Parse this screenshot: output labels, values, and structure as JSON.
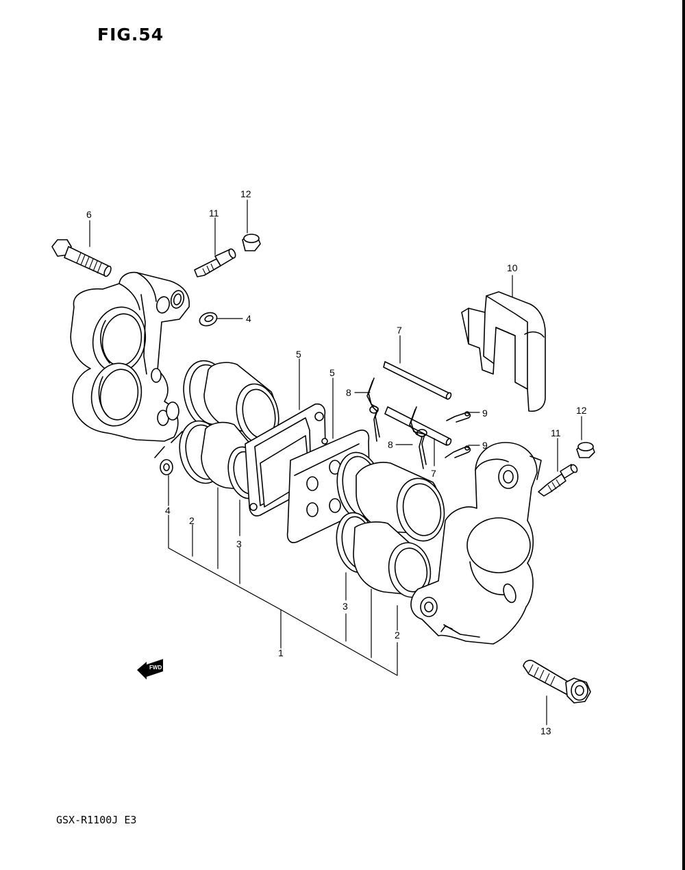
{
  "figure_title": "FIG.54",
  "model_code": "GSX-R1100J E3",
  "fwd_label": "FWD",
  "callouts": {
    "c1": "1",
    "c2_left": "2",
    "c2_right": "2",
    "c3_left": "3",
    "c3_right": "3",
    "c4_top": "4",
    "c4_bottom": "4",
    "c5_left": "5",
    "c5_right": "5",
    "c6": "6",
    "c7_top": "7",
    "c7_bottom": "7",
    "c8_top": "8",
    "c8_bottom": "8",
    "c9_top": "9",
    "c9_bottom": "9",
    "c10": "10",
    "c11_left": "11",
    "c11_right": "11",
    "c12_left": "12",
    "c12_right": "12",
    "c13": "13"
  }
}
